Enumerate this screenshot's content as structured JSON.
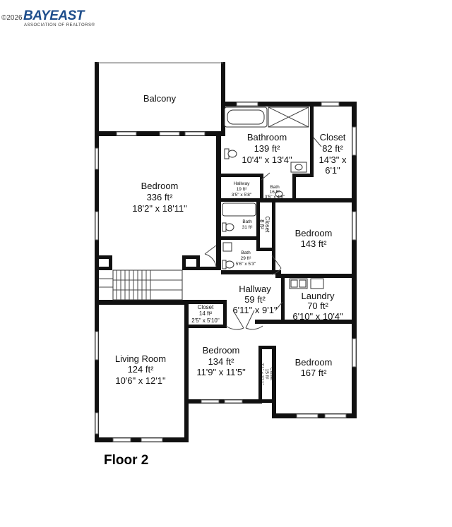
{
  "header": {
    "copyright": "©2026",
    "logo_text": "BAYEAST",
    "logo_subtext": "ASSOCIATION OF REALTORS®"
  },
  "floor_title": "Floor 2",
  "rooms": {
    "balcony": {
      "name": "Balcony"
    },
    "bathroom": {
      "name": "Bathroom",
      "area": "139 ft²",
      "dims": "10'4\" x 13'4\""
    },
    "closet_top": {
      "name": "Closet",
      "area": "82 ft²",
      "dims1": "14'3\" x",
      "dims2": "6'1\""
    },
    "hallway_small": {
      "name": "Hallway",
      "area": "19 ft²",
      "dims": "3'5\" x 5'8\""
    },
    "bath_16": {
      "name": "Bath",
      "area": "16 ft²",
      "dims": "3'5\" x 4'8\""
    },
    "bedroom_master": {
      "name": "Bedroom",
      "area": "336 ft²",
      "dims": "18'2\" x 18'11\""
    },
    "bath_31": {
      "name": "Bath",
      "area": "31 ft²"
    },
    "closet_8": {
      "name": "Closet",
      "area": "8 ft²"
    },
    "bedroom_143": {
      "name": "Bedroom",
      "area": "143 ft²"
    },
    "bath_29": {
      "name": "Bath",
      "area": "29 ft²",
      "dims": "5'6\" x 5'3\""
    },
    "hallway": {
      "name": "Hallway",
      "area": "59 ft²",
      "dims": "6'11\" x 9'1\""
    },
    "laundry": {
      "name": "Laundry",
      "area": "70 ft²",
      "dims": "6'10\" x 10'4\""
    },
    "closet_14": {
      "name": "Closet",
      "area": "14 ft²",
      "dims": "2'5\" x 5'10\""
    },
    "living_room": {
      "name": "Living Room",
      "area": "124 ft²",
      "dims": "10'6\" x 12'1\""
    },
    "bedroom_134": {
      "name": "Bedroom",
      "area": "134 ft²",
      "dims": "11'9\" x 11'5\""
    },
    "closet_15": {
      "name": "Closet",
      "area": "15 ft²",
      "dims": "7'1\" x 3'11\""
    },
    "bedroom_167": {
      "name": "Bedroom",
      "area": "167 ft²"
    }
  }
}
